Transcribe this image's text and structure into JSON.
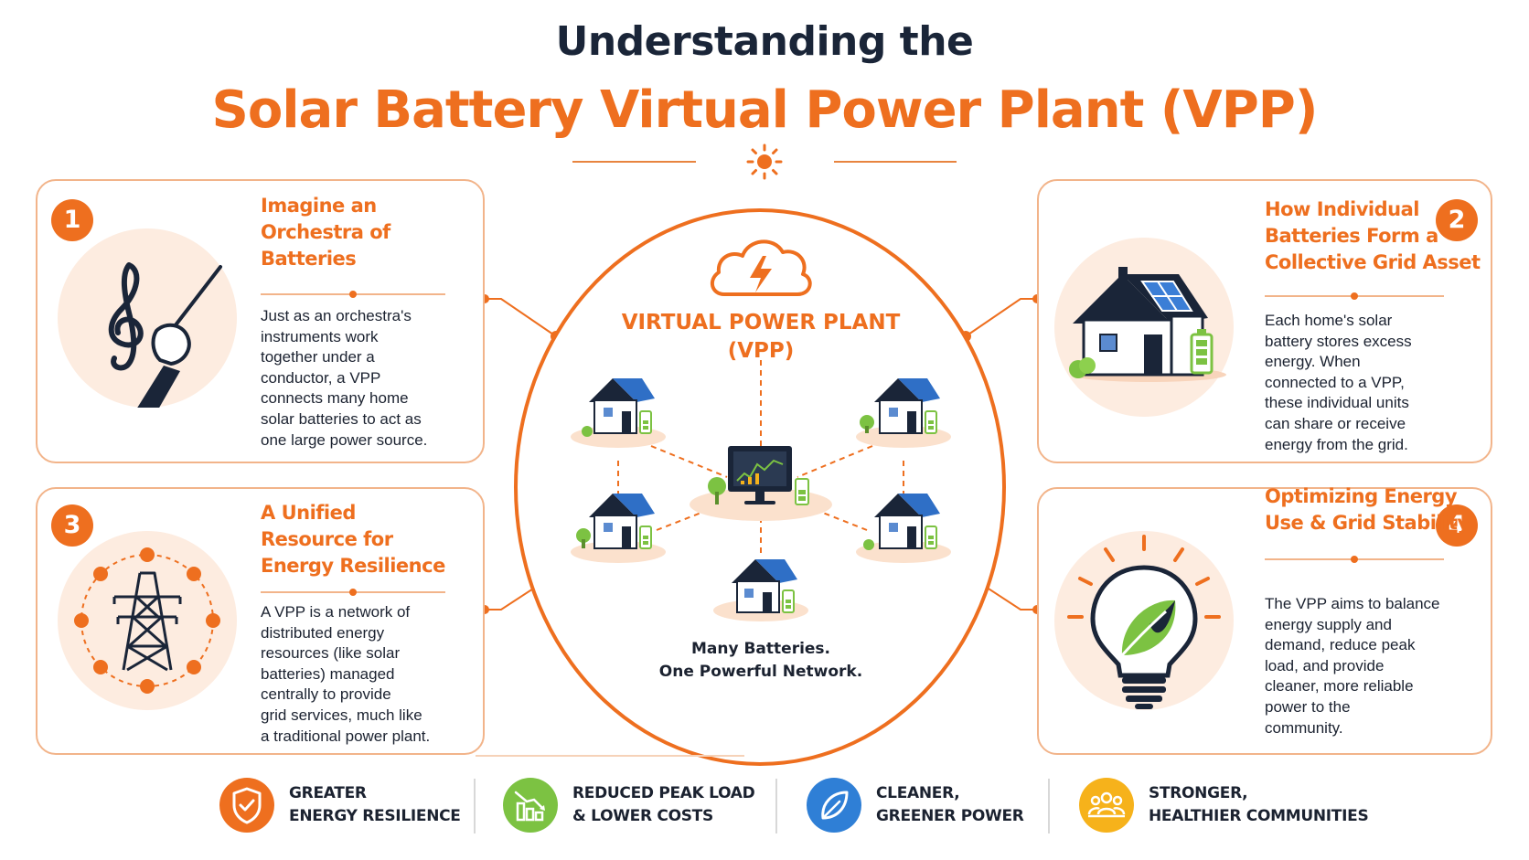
{
  "header": {
    "line1": "Understanding the",
    "line2": "Solar Battery Virtual Power Plant (VPP)"
  },
  "colors": {
    "accent": "#ee6f1f",
    "navy": "#1a2538",
    "green": "#7cc242",
    "blue": "#2f7fd6",
    "amber": "#f6b21b"
  },
  "cards": [
    {
      "number": "1",
      "title_lines": [
        "Imagine an",
        "Orchestra of",
        "Batteries"
      ],
      "body_lines": [
        "Just as an orchestra's",
        "instruments work",
        "together under a",
        "conductor, a VPP",
        "connects many home",
        "solar batteries to act as",
        "one large power source."
      ],
      "icon": "treble-clef-conductor-hand-icon"
    },
    {
      "number": "2",
      "title_lines": [
        "How Individual",
        "Batteries Form a",
        "Collective Grid Asset"
      ],
      "body_lines": [
        "Each home's solar",
        "battery stores excess",
        "energy. When",
        "connected to a VPP,",
        "these individual units",
        "can share or receive",
        "energy from the grid."
      ],
      "icon": "solar-house-battery-icon"
    },
    {
      "number": "3",
      "title_lines": [
        "A Unified",
        "Resource for",
        "Energy Resilience"
      ],
      "body_lines": [
        "A VPP is a network of",
        "distributed energy",
        "resources (like solar",
        "batteries) managed",
        "centrally to provide",
        "grid services, much like",
        "a traditional power plant."
      ],
      "icon": "transmission-tower-icon"
    },
    {
      "number": "4",
      "title_lines": [
        "Optimizing Energy",
        "Use & Grid Stability"
      ],
      "body_lines": [
        "The VPP aims to balance",
        "energy supply and",
        "demand, reduce peak",
        "load, and provide",
        "cleaner, more reliable",
        "power to the",
        "community."
      ],
      "icon": "lightbulb-leaf-icon"
    }
  ],
  "center": {
    "title_lines": [
      "VIRTUAL POWER PLANT",
      "(VPP)"
    ],
    "caption_lines": [
      "Many Batteries.",
      "One Powerful Network."
    ],
    "icon": "cloud-lightning-icon"
  },
  "benefits": [
    {
      "lines": [
        "GREATER",
        "ENERGY RESILIENCE"
      ],
      "icon": "shield-check-icon",
      "color": "#ee6f1f"
    },
    {
      "lines": [
        "REDUCED PEAK LOAD",
        "& LOWER COSTS"
      ],
      "icon": "declining-bars-icon",
      "color": "#7cc242"
    },
    {
      "lines": [
        "CLEANER,",
        "GREENER POWER"
      ],
      "icon": "leaf-icon",
      "color": "#2f7fd6"
    },
    {
      "lines": [
        "STRONGER,",
        "HEALTHIER COMMUNITIES"
      ],
      "icon": "community-people-icon",
      "color": "#f6b21b"
    }
  ]
}
